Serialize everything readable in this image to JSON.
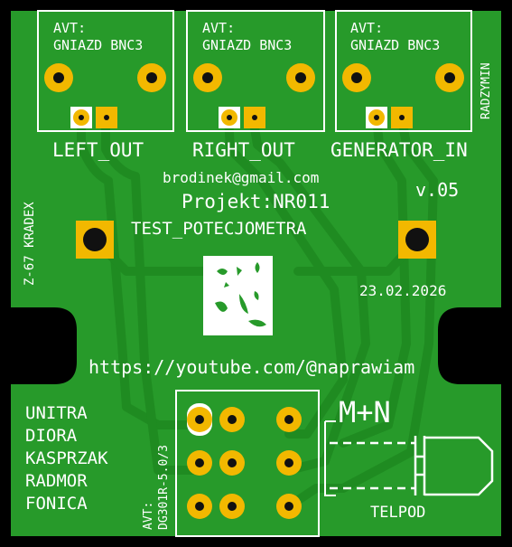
{
  "connectors": [
    {
      "line1": "AVT:",
      "line2": "GNIAZD BNC3",
      "label": "LEFT_OUT"
    },
    {
      "line1": "AVT:",
      "line2": "GNIAZD BNC3",
      "label": "RIGHT_OUT"
    },
    {
      "line1": "AVT:",
      "line2": "GNIAZD BNC3",
      "label": "GENERATOR_IN"
    }
  ],
  "side_labels": {
    "right": "RADZYMIN",
    "left": "Z-67 KRADEX"
  },
  "info": {
    "email": "brodinek@gmail.com",
    "project": "Projekt:NR011",
    "test": "TEST_POTECJOMETRA",
    "version": "v.05",
    "date": "23.02.2026",
    "url": "https://youtube.com/@naprawiam"
  },
  "brands": [
    "UNITRA",
    "DIORA",
    "KASPRZAK",
    "RADMOR",
    "FONICA"
  ],
  "header_part": {
    "line1": "AVT:",
    "line2": "DG301R-5.0/3"
  },
  "pot": {
    "label": "M+N",
    "maker": "TELPOD"
  },
  "colors": {
    "board": "#279a2a",
    "trace": "#1f8b21",
    "pad": "#f2b800",
    "silk": "#ffffff",
    "edge": "#000000"
  }
}
